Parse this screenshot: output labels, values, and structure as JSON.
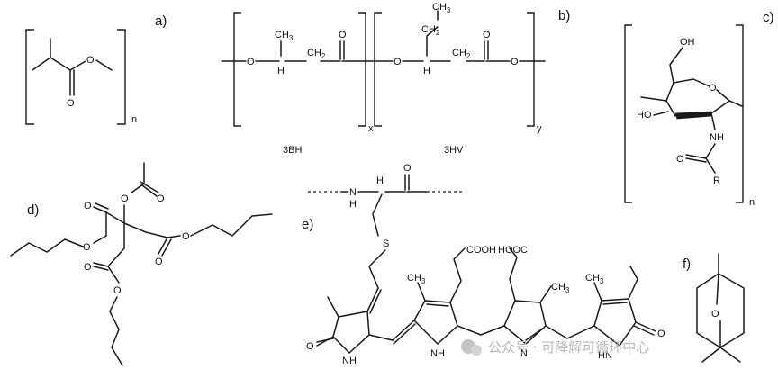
{
  "panels": {
    "a": {
      "label": "a)",
      "repeat": "n"
    },
    "b": {
      "label": "b)",
      "atoms": {
        "O": "O",
        "CH3": "CH",
        "H": "H",
        "CH2": "CH",
        "two": "2",
        "three": "3"
      },
      "repeat_x": "x",
      "repeat_y": "y",
      "unit1": "3BH",
      "unit2": "3HV"
    },
    "c": {
      "label": "c)",
      "atoms": {
        "OH": "OH",
        "HO": "HO",
        "O": "O",
        "NH": "NH",
        "R": "R"
      },
      "repeat": "n"
    },
    "d": {
      "label": "d)",
      "atoms": {
        "O": "O"
      }
    },
    "e": {
      "label": "e)",
      "atoms": {
        "N": "N",
        "H": "H",
        "O": "O",
        "S": "S",
        "NH": "NH",
        "HN": "HN",
        "CH3": "CH",
        "three": "3",
        "COOH": "COOH",
        "HOOC": "HOOC"
      }
    },
    "f": {
      "label": "f)",
      "atoms": {
        "O": "O"
      }
    }
  },
  "watermark": "公众号 · 可降解可循环中心"
}
